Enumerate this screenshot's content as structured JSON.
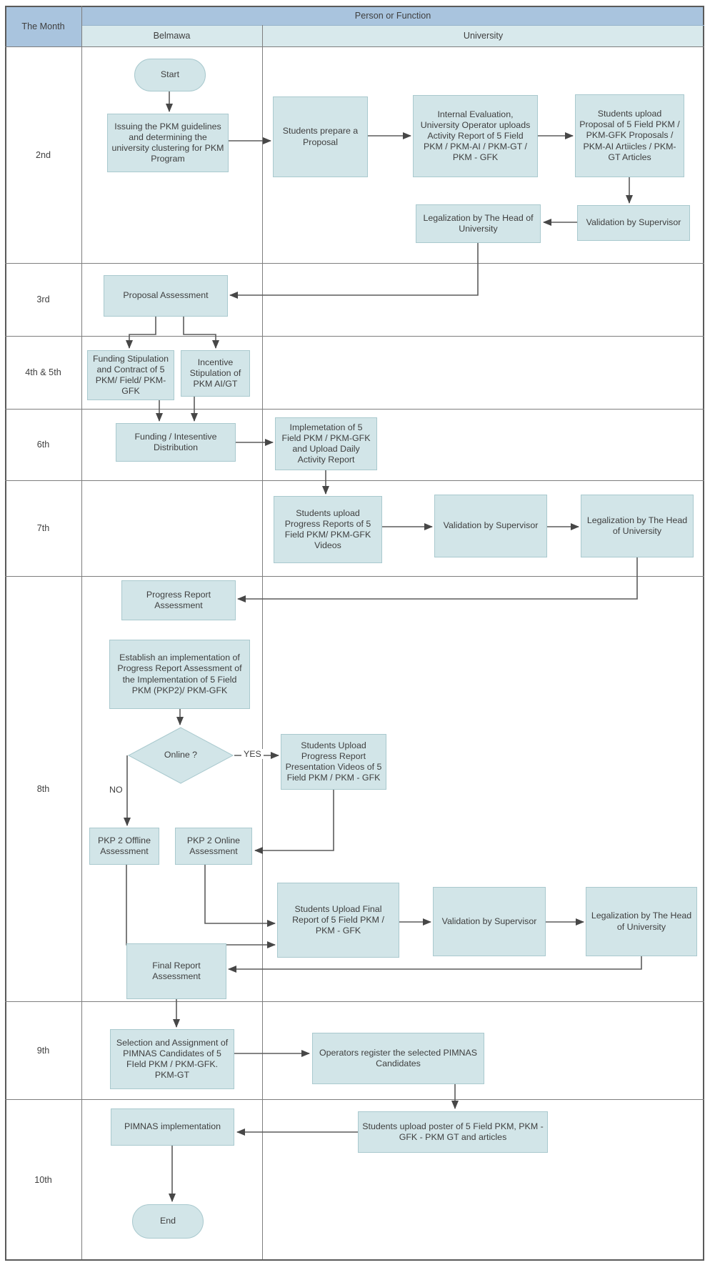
{
  "table": {
    "corner": "The Month",
    "top_header": "Person or Function",
    "lanes": [
      "Belmawa",
      "University"
    ],
    "rows": [
      "2nd",
      "3rd",
      "4th & 5th",
      "6th",
      "7th",
      "8th",
      "9th",
      "10th"
    ]
  },
  "nodes": {
    "start": "Start",
    "issuing": "Issuing the PKM guidelines and determining the university clustering for PKM Program",
    "prepare": "Students prepare a Proposal",
    "internal_eval": "Internal Evaluation, University  Operator uploads Activity Report of 5 Field PKM / PKM-AI / PKM-GT / PKM - GFK",
    "upload_proposal": "Students upload Proposal of 5 Field PKM / PKM-GFK Proposals / PKM-AI Artiicles / PKM-GT Articles",
    "validation_1": "Validation by Supervisor",
    "legalization_1": "Legalization by The Head of University",
    "proposal_assessment": "Proposal Assessment",
    "funding_stipulation": "Funding Stipulation  and Contract of 5 PKM/ Field/ PKM-GFK",
    "incentive_stipulation": "Incentive Stipulation of PKM AI/GT",
    "funding_distribution": "Funding / Intesentive Distribution",
    "implementation": "Implemetation of 5 Field PKM / PKM-GFK and Upload Daily Activity Report",
    "progress_upload": "Students upload Progress Reports of 5 Field PKM/ PKM-GFK Videos",
    "validation_2": "Validation by Supervisor",
    "legalization_2": "Legalization by The Head of University",
    "progress_assessment": "Progress Report Assessment",
    "establish": "Establish an implementation of Progress Report Assessment of the Implementation of 5 Field PKM (PKP2)/ PKM-GFK",
    "online_decision": "Online ?",
    "presentation_upload": "Students Upload Progress Report Presentation Videos of 5 Field PKM / PKM - GFK",
    "pkp2_offline": "PKP 2 Offline Assessment",
    "pkp2_online": "PKP 2 Online Assessment",
    "final_upload": "Students Upload Final Report of 5 Field PKM / PKM - GFK",
    "validation_3": "Validation by Supervisor",
    "legalization_3": "Legalization by The Head of University",
    "final_assessment": "Final Report Assessment",
    "selection": "Selection and Assignment of PIMNAS Candidates of 5 FIeld PKM / PKM-GFK. PKM-GT",
    "operators": "Operators register the selected PIMNAS Candidates",
    "pimnas": "PIMNAS implementation",
    "poster_upload": "Students upload poster of 5 Field PKM, PKM -GFK - PKM GT and articles",
    "end": "End"
  },
  "branch_labels": {
    "yes": "YES",
    "no": "NO"
  },
  "colors": {
    "header_blue": "#a9c4de",
    "lane_header": "#d8e9ec",
    "node_fill": "#d2e5e8",
    "node_border": "#a9c9ce",
    "line": "#5c5c5c",
    "text": "#3f3f3f"
  }
}
